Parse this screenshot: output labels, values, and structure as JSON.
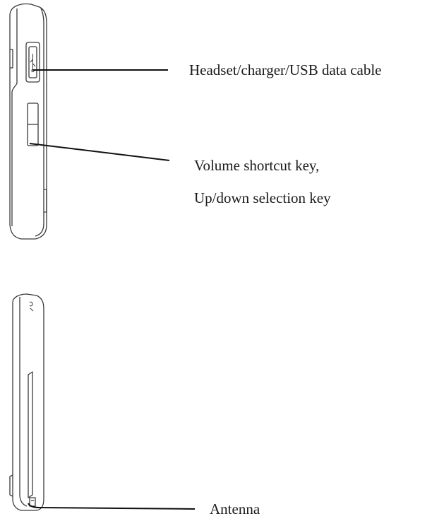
{
  "figure": {
    "callouts": {
      "headset_connector": "Headset/charger/USB data cable",
      "volume_key_line1": "Volume shortcut key,",
      "volume_key_line2": "Up/down selection key",
      "antenna": "Antenna"
    },
    "colors": {
      "outline": "#3a3a3a",
      "leader_line": "#111111",
      "text": "#1a1a1a",
      "background": "#ffffff"
    },
    "views": [
      "phone-side-view-left",
      "phone-side-view-right"
    ],
    "icons": [
      "usb-icon"
    ]
  }
}
